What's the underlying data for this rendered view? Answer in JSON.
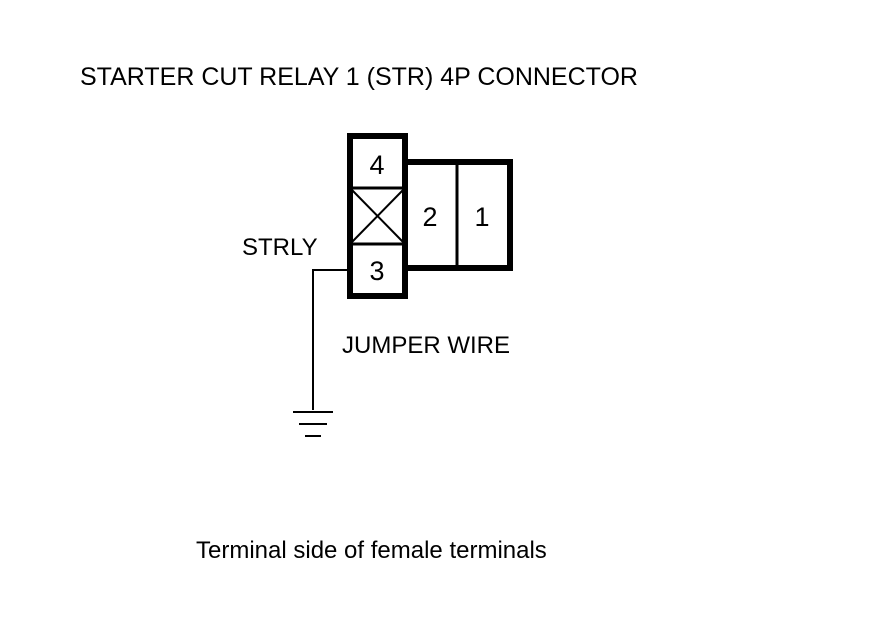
{
  "diagram": {
    "title": "STARTER CUT RELAY 1 (STR) 4P CONNECTOR",
    "connector": {
      "pins": [
        {
          "id": "4",
          "label": "4"
        },
        {
          "id": "2",
          "label": "2"
        },
        {
          "id": "1",
          "label": "1"
        },
        {
          "id": "3",
          "label": "3"
        }
      ],
      "unused_cavity": "x-cross-icon"
    },
    "wire_label": "STRLY",
    "jumper_label": "JUMPER WIRE",
    "ground_symbol": "ground-icon",
    "caption": "Terminal side of female terminals",
    "colors": {
      "ink": "#000000",
      "background": "#ffffff"
    }
  }
}
